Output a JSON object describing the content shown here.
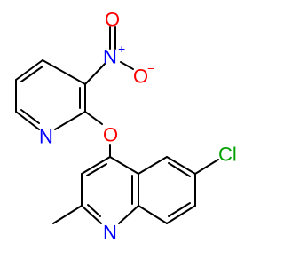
{
  "molecule": {
    "colors": {
      "bond": "#000000",
      "nitrogen": "#0000ff",
      "oxygen": "#ff0000",
      "chlorine": "#00a000",
      "carbon_aromatic_ch": "#808080"
    },
    "atoms": {
      "nitro_n": {
        "symbol": "N",
        "charge": "+"
      },
      "nitro_o_top": {
        "symbol": "O"
      },
      "nitro_o_right": {
        "symbol": "O",
        "charge": "−"
      },
      "pyridine_n": {
        "symbol": "N"
      },
      "ether_o": {
        "symbol": "O"
      },
      "chlorine": {
        "symbol": "Cl"
      },
      "quinoline_n": {
        "symbol": "N"
      }
    }
  }
}
